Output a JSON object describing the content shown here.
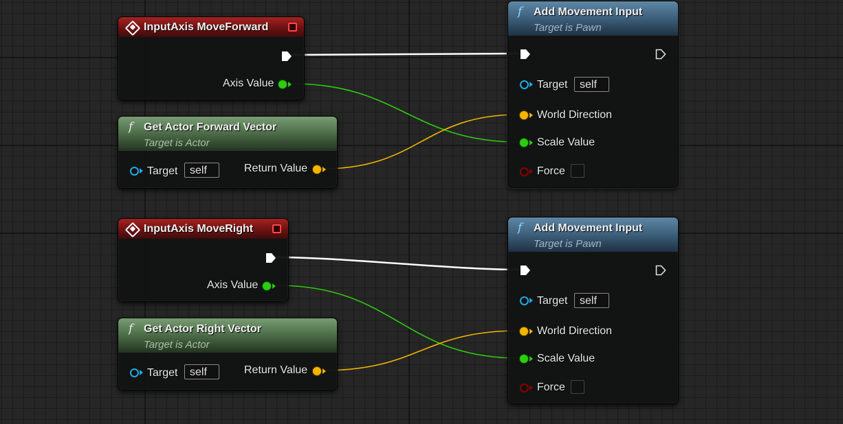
{
  "graph": {
    "events": [
      {
        "title": "InputAxis MoveForward",
        "axis_label": "Axis Value"
      },
      {
        "title": "InputAxis MoveRight",
        "axis_label": "Axis Value"
      }
    ],
    "getters": [
      {
        "title": "Get Actor Forward Vector",
        "subtitle": "Target is Actor",
        "target_label": "Target",
        "target_value": "self",
        "return_label": "Return Value"
      },
      {
        "title": "Get Actor Right Vector",
        "subtitle": "Target is Actor",
        "target_label": "Target",
        "target_value": "self",
        "return_label": "Return Value"
      }
    ],
    "movement": [
      {
        "title": "Add Movement Input",
        "subtitle": "Target is Pawn",
        "target_label": "Target",
        "target_value": "self",
        "direction_label": "World Direction",
        "scale_label": "Scale Value",
        "force_label": "Force"
      },
      {
        "title": "Add Movement Input",
        "subtitle": "Target is Pawn",
        "target_label": "Target",
        "target_value": "self",
        "direction_label": "World Direction",
        "scale_label": "Scale Value",
        "force_label": "Force"
      }
    ],
    "function_symbol": "f",
    "colors": {
      "exec_wire": "#ffffff",
      "float_wire": "#2ecc10",
      "vector_wire": "#f2b600",
      "object_pin": "#23a9e8",
      "bool_pin": "#8a0000",
      "event_header": "#8e1b1b",
      "pure_header": "#5d7d58",
      "function_header": "#46698a"
    },
    "icons": [
      "event-diamond-icon",
      "stop-icon",
      "function-icon",
      "exec-pin-icon",
      "float-pin-icon",
      "vector-pin-icon",
      "object-pin-icon",
      "bool-pin-icon"
    ]
  }
}
